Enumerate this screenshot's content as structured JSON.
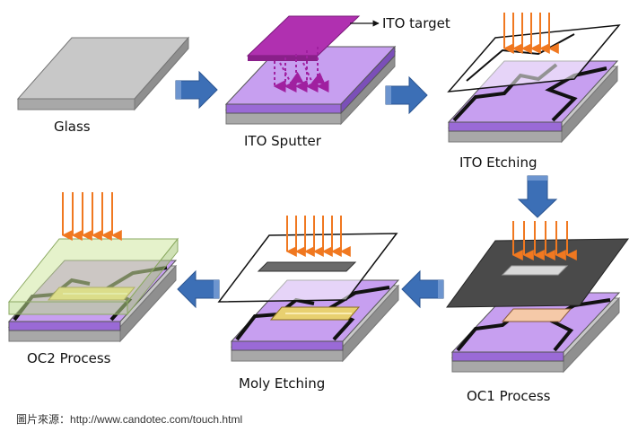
{
  "steps": [
    {
      "id": "glass",
      "label": "Glass"
    },
    {
      "id": "ito-sputter",
      "label": "ITO Sputter"
    },
    {
      "id": "ito-etching",
      "label": "ITO Etching"
    },
    {
      "id": "oc1-process",
      "label": "OC1 Process"
    },
    {
      "id": "moly-etching",
      "label": "Moly Etching"
    },
    {
      "id": "oc2-process",
      "label": "OC2 Process"
    }
  ],
  "annotations": {
    "ito_target": "ITO  target"
  },
  "source": {
    "prefix": "圖片來源：",
    "url": "http://www.candotec.com/touch.html"
  },
  "colors": {
    "glass_top": "#c8c8c8",
    "glass_side": "#a8a8a8",
    "ito_top": "#c79ff0",
    "ito_side": "#9a6ad6",
    "sputter_target": "#b030b0",
    "light_arrow": "#f07820",
    "flow_arrow": "#3c6fb6",
    "trace": "#111111",
    "moly": "#e8d070",
    "oc1_pad": "#f5c9a8",
    "oc2_overlay": "#cfe8a0"
  },
  "icons": [
    "flow-arrow-icon",
    "light-arrow-icon"
  ]
}
